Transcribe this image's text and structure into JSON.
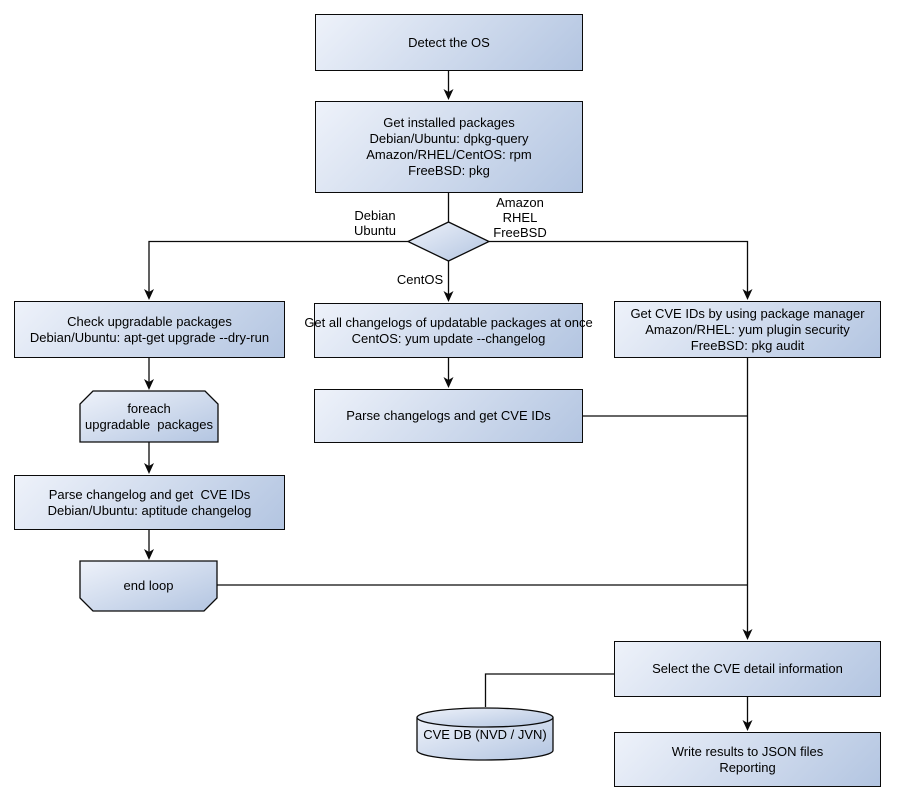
{
  "nodes": {
    "detect_os": {
      "type": "process",
      "lines": [
        "Detect the OS"
      ]
    },
    "get_installed": {
      "type": "process",
      "lines": [
        "Get installed packages",
        "Debian/Ubuntu: dpkg-query",
        "Amazon/RHEL/CentOS: rpm",
        "FreeBSD: pkg"
      ]
    },
    "os_decision": {
      "type": "decision"
    },
    "check_upgradable": {
      "type": "process",
      "lines": [
        "Check upgradable packages",
        "Debian/Ubuntu: apt-get upgrade --dry-run"
      ]
    },
    "foreach_loop": {
      "type": "loop-start",
      "lines": [
        "foreach",
        "upgradable  packages"
      ]
    },
    "parse_changelog_left": {
      "type": "process",
      "lines": [
        "Parse changelog and get  CVE IDs",
        "Debian/Ubuntu: aptitude changelog"
      ]
    },
    "end_loop": {
      "type": "loop-end",
      "lines": [
        "end loop"
      ]
    },
    "get_all_changelogs": {
      "type": "process",
      "lines": [
        "Get all changelogs of updatable packages at once",
        "CentOS: yum update --changelog"
      ]
    },
    "parse_changelogs_mid": {
      "type": "process",
      "lines": [
        "Parse changelogs and get CVE IDs"
      ]
    },
    "get_cve_pkg_manager": {
      "type": "process",
      "lines": [
        "Get CVE IDs by using package manager",
        "Amazon/RHEL: yum plugin security",
        "FreeBSD: pkg audit"
      ]
    },
    "select_cve_detail": {
      "type": "process",
      "lines": [
        "Select the CVE detail information"
      ]
    },
    "cve_db": {
      "type": "database",
      "lines": [
        "CVE DB (NVD / JVN)"
      ]
    },
    "write_results": {
      "type": "process",
      "lines": [
        "Write results to JSON files",
        "Reporting"
      ]
    }
  },
  "edge_labels": {
    "debian_ubuntu": {
      "lines": [
        "Debian",
        "Ubuntu"
      ]
    },
    "amazon_rhel_freebsd": {
      "lines": [
        "Amazon",
        "RHEL",
        "FreeBSD"
      ]
    },
    "centos": {
      "lines": [
        "CentOS"
      ]
    }
  },
  "colors": {
    "shape_fill_light": "#eef2fa",
    "shape_fill_dark": "#b3c5e1",
    "stroke": "#0a0a0a",
    "background": "#ffffff"
  }
}
